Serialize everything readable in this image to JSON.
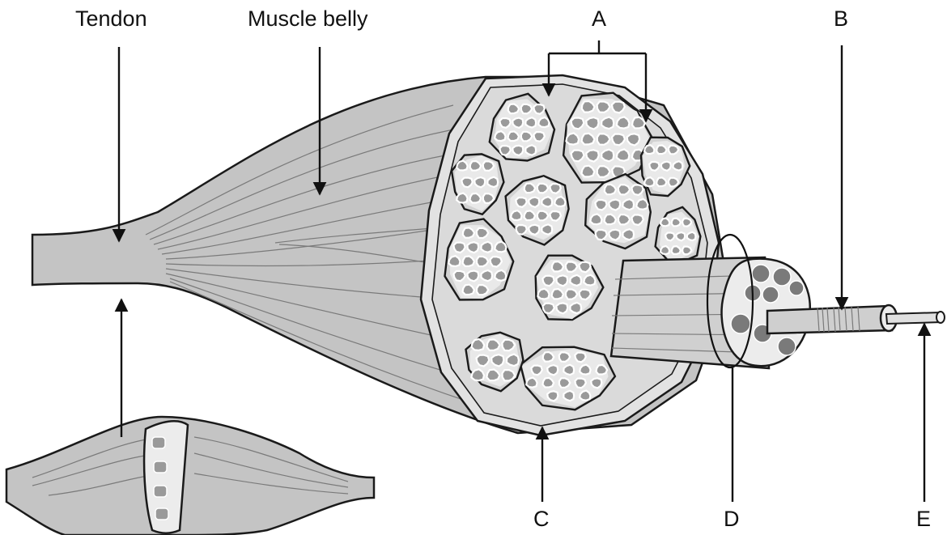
{
  "labels": {
    "tendon": "Tendon",
    "muscle_belly": "Muscle belly",
    "a": "A",
    "b": "B",
    "c": "C",
    "d": "D",
    "e": "E"
  },
  "colors": {
    "muscle": "#c4c4c4",
    "perimysium": "#e2e2e2",
    "fascicle": "#d2d2d2",
    "fiber": "#9a9a9a",
    "outline": "#1a1a1a"
  }
}
